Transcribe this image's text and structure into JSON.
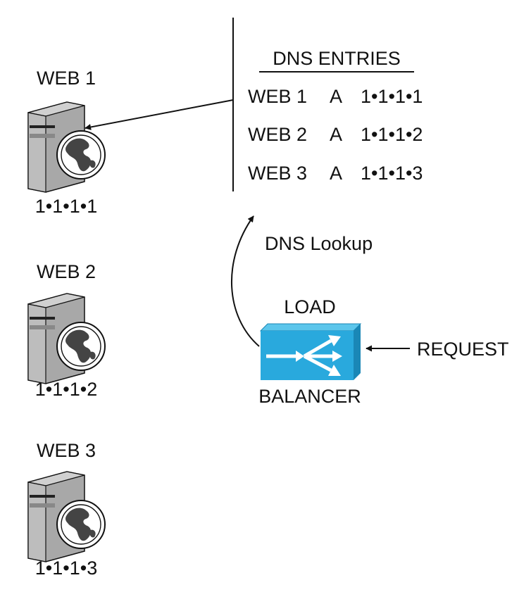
{
  "servers": [
    {
      "name": "WEB 1",
      "ip": "1•1•1•1"
    },
    {
      "name": "WEB 2",
      "ip": "1•1•1•2"
    },
    {
      "name": "WEB 3",
      "ip": "1•1•1•3"
    }
  ],
  "dns": {
    "heading": "DNS ENTRIES",
    "entries": [
      {
        "host": "WEB 1",
        "type": "A",
        "ip": "1•1•1•1"
      },
      {
        "host": "WEB 2",
        "type": "A",
        "ip": "1•1•1•2"
      },
      {
        "host": "WEB 3",
        "type": "A",
        "ip": "1•1•1•3"
      }
    ]
  },
  "lookup_label": "DNS Lookup",
  "load_balancer": {
    "top_label": "LOAD",
    "bottom_label": "BALANCER"
  },
  "request_label": "REQUEST",
  "colors": {
    "load_balancer_front": "#29a9dd",
    "load_balancer_top": "#5cc6ec",
    "load_balancer_side": "#1a87b6",
    "server_body": "#9e9e9e",
    "server_front": "#c4c4c4",
    "globe": "#ffffff"
  },
  "icons": {
    "server": "web-server-icon",
    "globe": "globe-icon",
    "load_balancer": "load-balancer-icon"
  }
}
